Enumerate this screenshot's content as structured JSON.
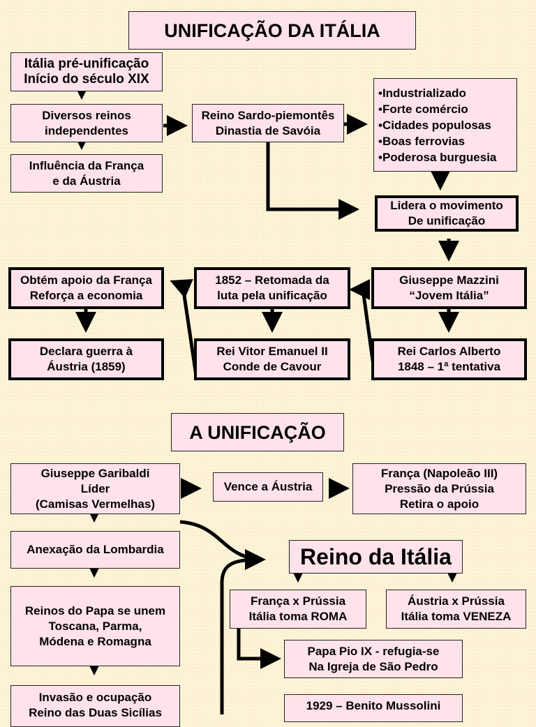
{
  "section1": {
    "title": "UNIFICAÇÃO DA ITÁLIA",
    "pre_unification": [
      "Itália pré-unificação",
      "Início do século XIX"
    ],
    "kingdoms": [
      "Diversos reinos",
      "independentes"
    ],
    "influence": [
      "Influência da França",
      "e da Áustria"
    ],
    "sardinia": [
      "Reino Sardo-piemontês",
      "Dinastia de Savóia"
    ],
    "features": [
      "•Industrializado",
      "•Forte comércio",
      "•Cidades  populosas",
      "•Boas ferrovias",
      "•Poderosa burguesia"
    ],
    "leads": [
      "Lidera o movimento",
      "De unificação"
    ],
    "mazzini": [
      "Giuseppe Mazzini",
      "“Jovem Itália”"
    ],
    "carlos_alberto": [
      "Rei Carlos Alberto",
      "1848 – 1ª tentativa"
    ],
    "resumed": [
      "1852 – Retomada da",
      "luta pela unificação"
    ],
    "vitor_emanuel": [
      "Rei Vitor Emanuel II",
      "Conde de Cavour"
    ],
    "france_support": [
      "Obtém apoio da França",
      "Reforça a economia"
    ],
    "war": [
      "Declara guerra à",
      "Áustria (1859)"
    ]
  },
  "section2": {
    "title": "A UNIFICAÇÃO",
    "garibaldi": [
      "Giuseppe Garibaldi",
      "Líder",
      "(Camisas Vermelhas)"
    ],
    "defeats_austria": "Vence a  Áustria",
    "france_napoleon": [
      "França (Napoleão III)",
      "Pressão da Prússia",
      "Retira o apoio"
    ],
    "lombardy": "Anexação da Lombardia",
    "papal_states": [
      "Reinos do Papa se unem",
      "Toscana, Parma,",
      "Módena e Romagna"
    ],
    "two_sicilies": [
      "Invasão e ocupação",
      "Reino das Duas Sicílias"
    ],
    "kingdom_italy": "Reino da Itália",
    "france_prussia": [
      "França x Prússia",
      "Itália toma ROMA"
    ],
    "austria_prussia": [
      "Áustria x Prússia",
      "Itália toma VENEZA"
    ],
    "pope": [
      "Papa Pio IX -  refugia-se",
      "Na Igreja de São Pedro"
    ],
    "mussolini": "1929 – Benito Mussolini"
  },
  "colors": {
    "background": "#fdf3d6",
    "box_fill": "#ffe2ea",
    "line": "#000000"
  }
}
